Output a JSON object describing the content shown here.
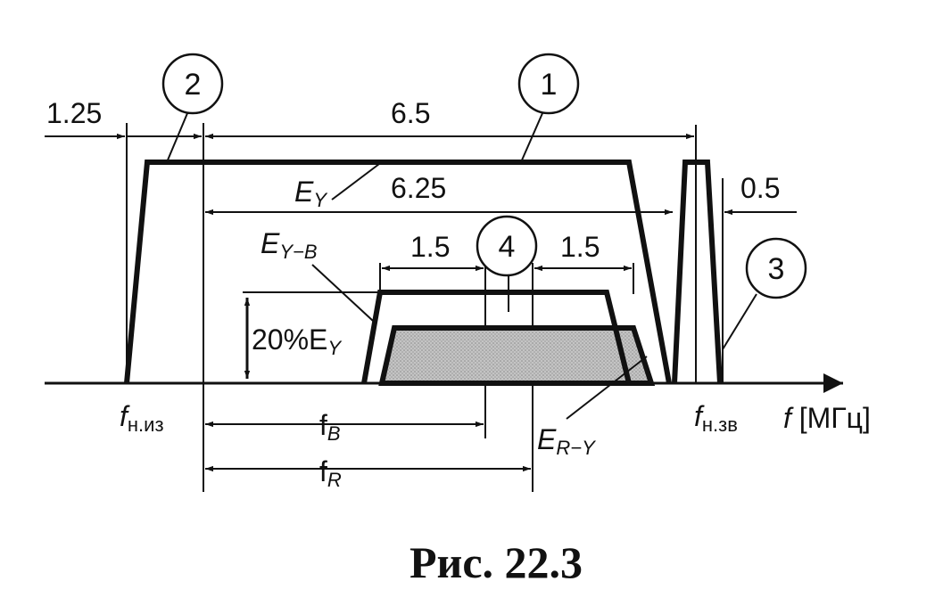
{
  "dimensions": {
    "d_1_25": "1.25",
    "d_6_5": "6.5",
    "d_6_25": "6.25",
    "d_1_5_left": "1.5",
    "d_1_5_right": "1.5",
    "d_0_5": "0.5"
  },
  "circles": {
    "c1": "1",
    "c2": "2",
    "c3": "3",
    "c4": "4"
  },
  "labels": {
    "ey_main": "E",
    "ey_main_sub": "Y",
    "ey_b_main": "E",
    "ey_b_sub": "Y−B",
    "er_y_main": "E",
    "er_y_sub": "R−Y",
    "pct_main": "20%E",
    "pct_sub": "Y",
    "f_niz_main": "f",
    "f_niz_sub": "н.из",
    "f_nzv_main": "f",
    "f_nzv_sub": "н.зв",
    "fb_main": "f",
    "fb_sub": "B",
    "fr_main": "f",
    "fr_sub": "R",
    "axis_f": "f",
    "axis_unit": "[МГц]"
  },
  "caption": "Рис. 22.3",
  "colors": {
    "ink": "#111111",
    "shade": "#bdbdbd",
    "background": "#ffffff"
  }
}
